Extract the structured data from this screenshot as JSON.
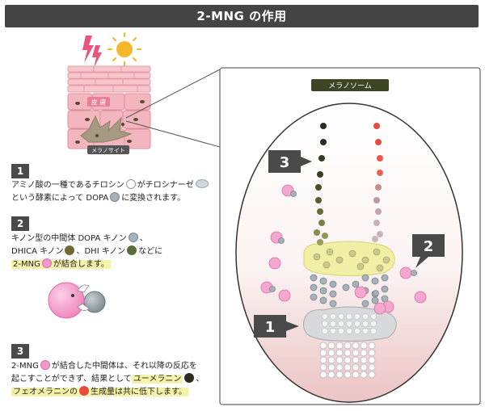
{
  "title": "2-MNG の作用",
  "skin_illustration": {
    "skin_label": "皮 膚",
    "cell_label": "メラノサイト"
  },
  "melanosome": {
    "label": "メラノソーム",
    "callouts": [
      "3",
      "2",
      "1"
    ]
  },
  "steps": [
    {
      "number": "1",
      "lines": [
        [
          "アミノ酸の一種であるチロシン",
          "がチロシナーゼ"
        ],
        [
          "という酵素によって DOPA",
          "に変換されます。"
        ]
      ]
    },
    {
      "number": "2",
      "lines": [
        [
          "キノン型の中間体 DOPA キノン",
          "、"
        ],
        [
          "DHICA キノン",
          "、DHI キノン",
          "などに"
        ],
        [
          "2-MNG",
          "が結合します。"
        ]
      ]
    },
    {
      "number": "3",
      "lines": [
        [
          "2-MNG",
          "が結合した中間体は、それ以降の反応を"
        ],
        [
          "起こすことができず、結果として",
          "ユーメラニン",
          "、"
        ],
        [
          "フェオメラニンの",
          "生成量は共に低下します。"
        ]
      ]
    }
  ],
  "colors": {
    "header_bg": "#444444",
    "skin_pink": "#f3b6bf",
    "tyrosine": "#ffffff",
    "dopa": "#a6b1b8",
    "dhica": "#6f6a35",
    "dhi": "#5d6b38",
    "mng": "#f29bc9",
    "eumelanin": "#2b2b1e",
    "pheomelanin": "#e84a3b",
    "tyrosinase": "#cfd8df",
    "highlight": "#f4f3a9"
  }
}
